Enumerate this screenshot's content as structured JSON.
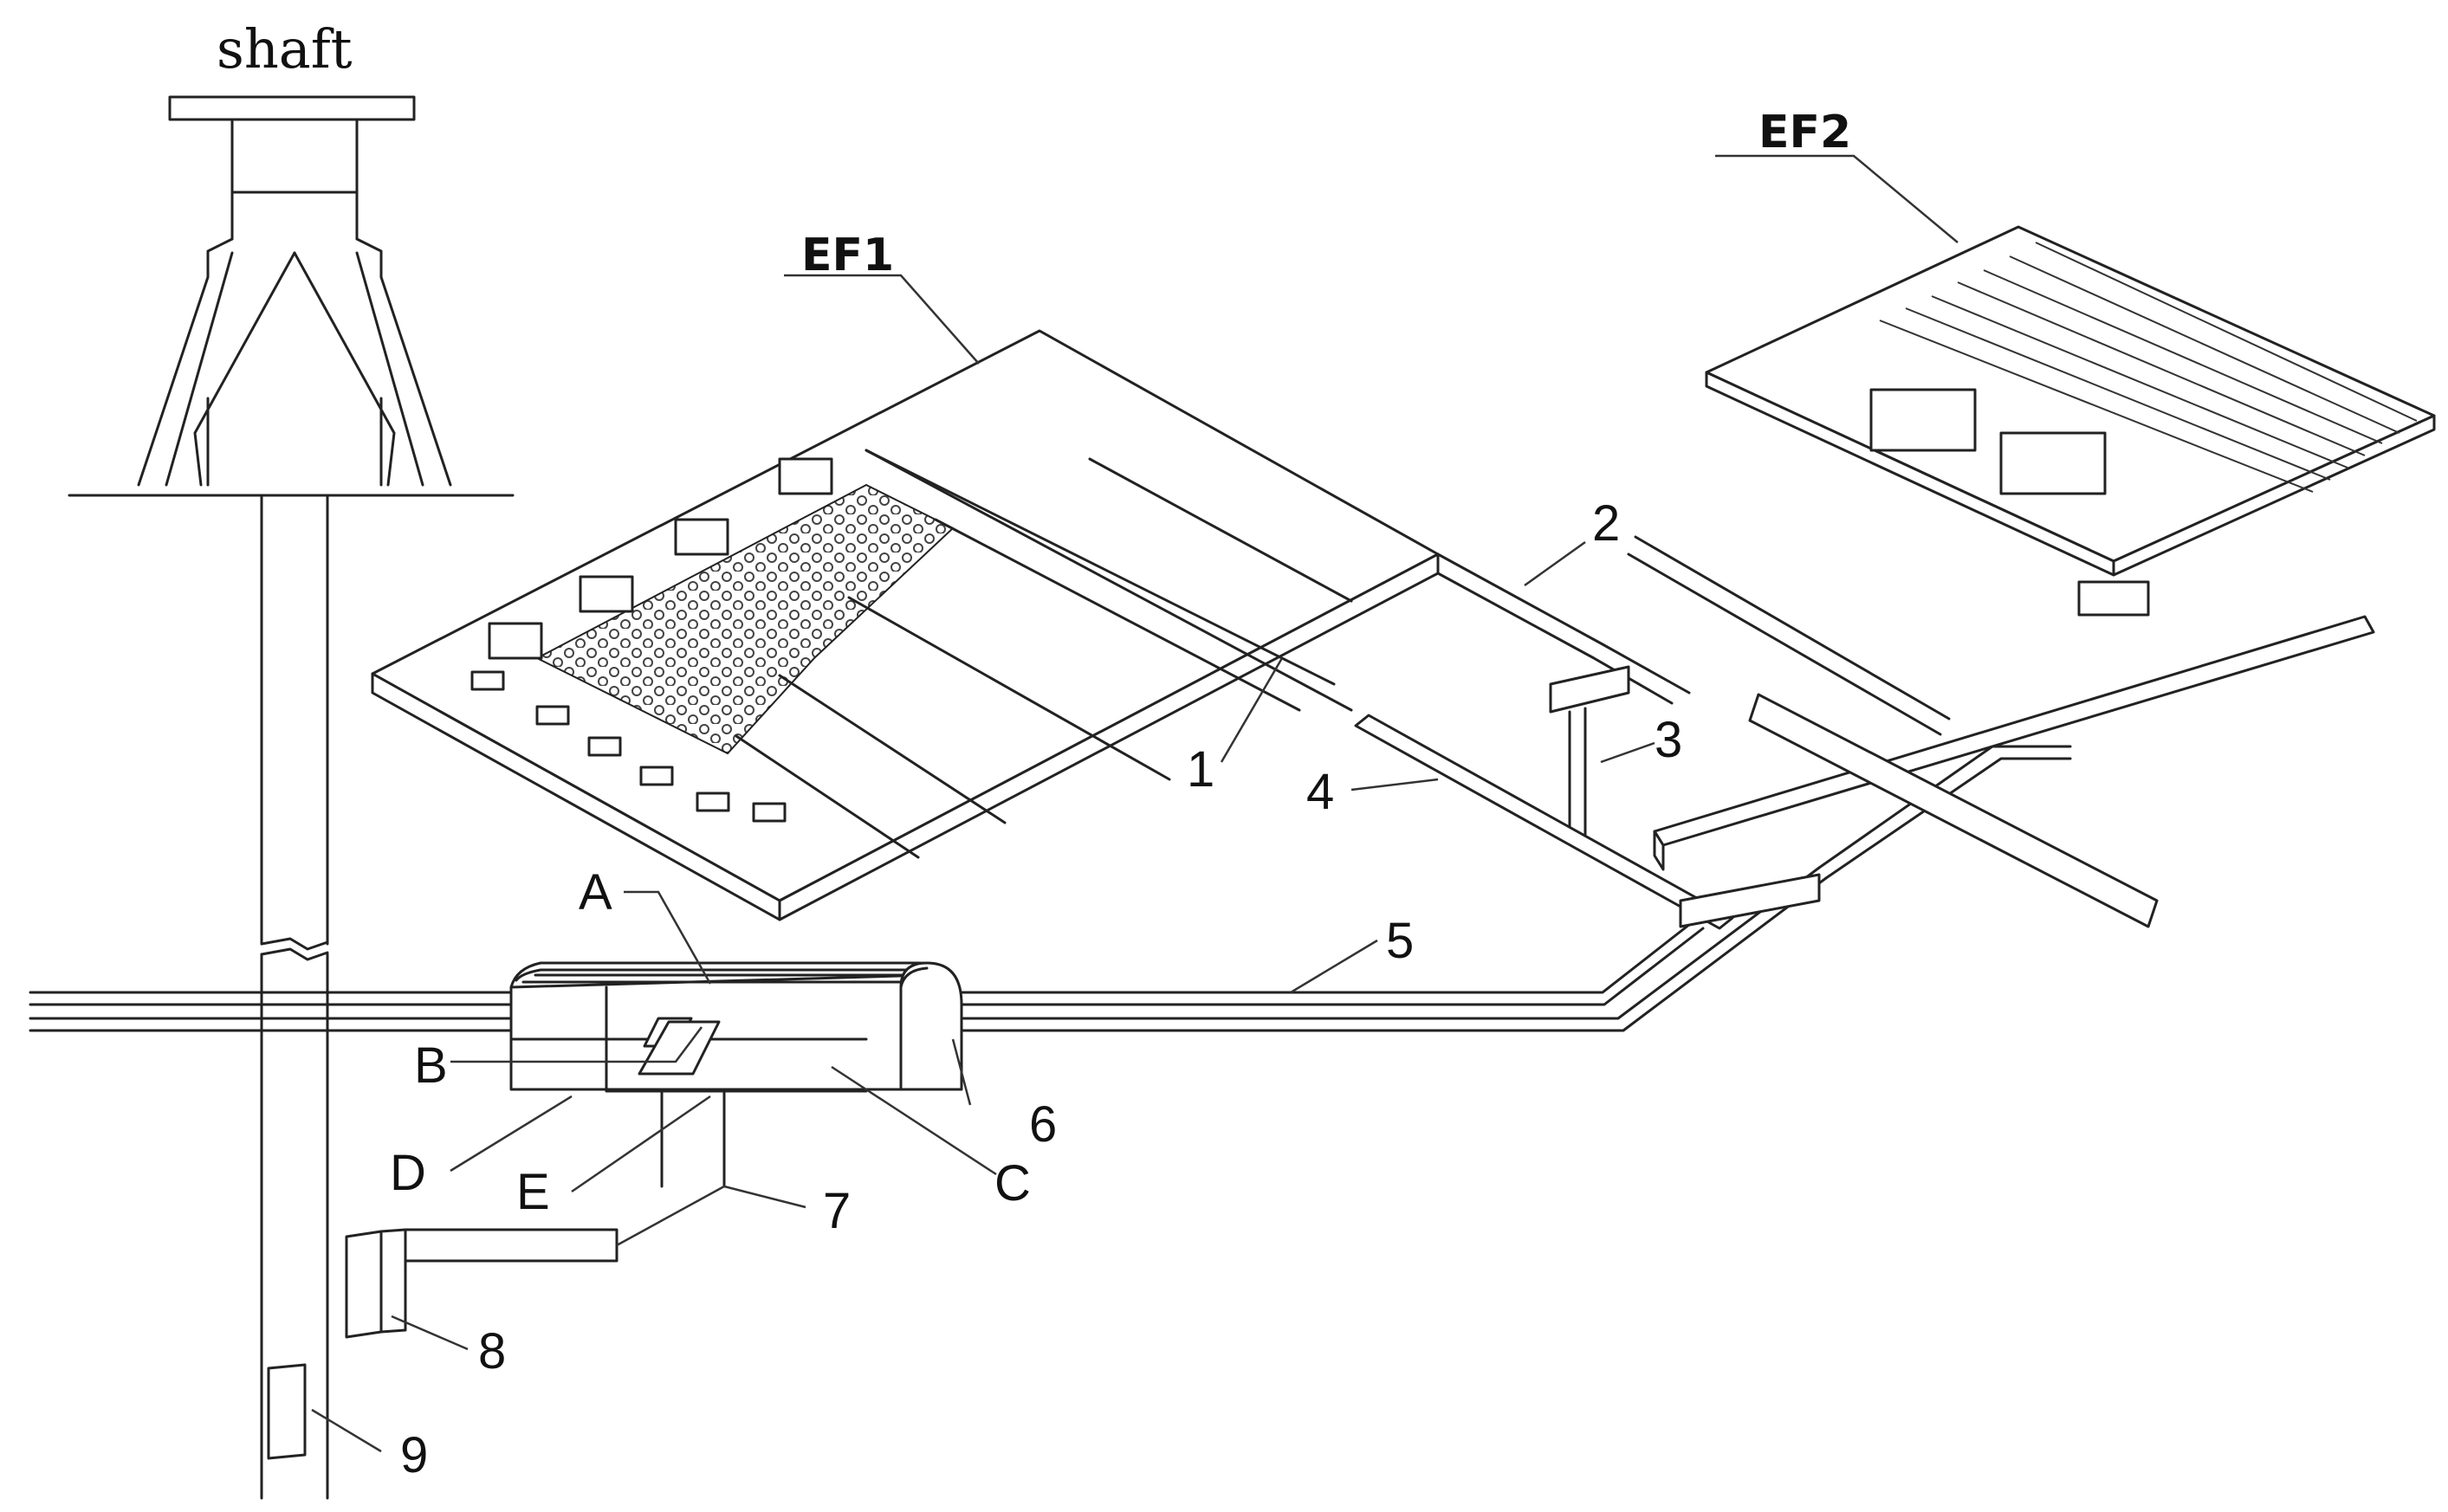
{
  "labels": {
    "shaft": "shaft",
    "ef1": "EF1",
    "ef2": "EF2",
    "n1": "1",
    "n2": "2",
    "n3": "3",
    "n4": "4",
    "n5": "5",
    "n6": "6",
    "n7": "7",
    "n8": "8",
    "n9": "9",
    "a": "A",
    "b": "B",
    "c": "C",
    "d": "D",
    "e": "E"
  },
  "colors": {
    "line": "#222222",
    "background": "#ffffff",
    "goaf_pattern": "#555555"
  }
}
